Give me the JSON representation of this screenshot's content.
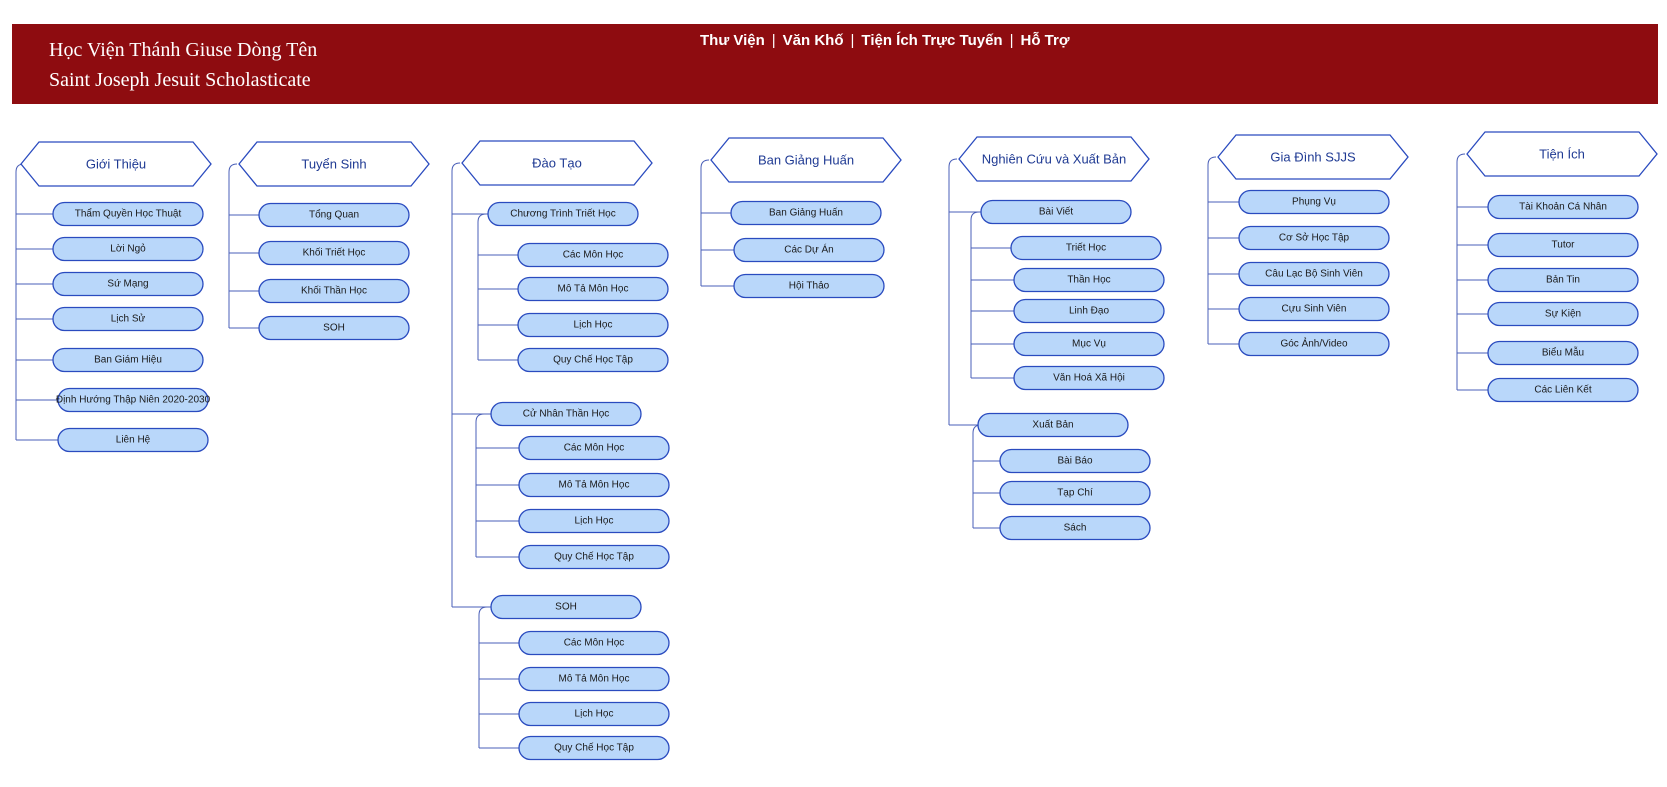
{
  "header": {
    "title_vi": "Học Viện Thánh Giuse Dòng Tên",
    "title_en": "Saint Joseph Jesuit Scholasticate",
    "nav": [
      "Thư Viện",
      "Văn Khố",
      "Tiện Ích Trực Tuyến",
      "Hỗ Trợ"
    ]
  },
  "colors": {
    "header_bg": "#8e0c10",
    "pill_fill": "#b9d7fa",
    "outline": "#2a4bbf",
    "connector": "#4a5fb8",
    "heading_text": "#1f3a93"
  },
  "sitemap": [
    {
      "title": "Giới Thiệu",
      "items": [
        "Thẩm Quyền Học Thuật",
        "Lời Ngỏ",
        "Sứ Mạng",
        "Lịch Sử",
        "Ban Giám Hiệu",
        "Định Hướng Thập Niên 2020-2030",
        "Liên Hệ"
      ]
    },
    {
      "title": "Tuyển Sinh",
      "items": [
        "Tổng Quan",
        "Khối Triết Học",
        "Khối Thần Học",
        "SOH"
      ]
    },
    {
      "title": "Đào Tạo",
      "groups": [
        {
          "label": "Chương Trình Triết Học",
          "items": [
            "Các Môn Học",
            "Mô Tả Môn Học",
            "Lịch Học",
            "Quy Chế Học Tập"
          ]
        },
        {
          "label": "Cử Nhân Thần Học",
          "items": [
            "Các Môn Học",
            "Mô Tả Môn Học",
            "Lịch Học",
            "Quy Chế Học Tập"
          ]
        },
        {
          "label": "SOH",
          "items": [
            "Các Môn Học",
            "Mô Tả Môn Học",
            "Lịch Học",
            "Quy Chế Học Tập"
          ]
        }
      ]
    },
    {
      "title": "Ban Giảng Huấn",
      "items": [
        "Ban Giảng Huấn",
        "Các Dự Án",
        "Hội Thảo"
      ]
    },
    {
      "title": "Nghiên Cứu và Xuất Bản",
      "groups": [
        {
          "label": "Bài Viết",
          "items": [
            "Triết Học",
            "Thần Học",
            "Linh Đạo",
            "Mục Vụ",
            "Văn Hoá Xã Hội"
          ]
        },
        {
          "label": "Xuất Bản",
          "items": [
            "Bài Báo",
            "Tạp Chí",
            "Sách"
          ]
        }
      ]
    },
    {
      "title": "Gia Đình SJJS",
      "items": [
        "Phụng Vụ",
        "Cơ Sở Học Tập",
        "Câu Lạc Bộ Sinh Viên",
        "Cựu Sinh Viên",
        "Góc Ảnh/Video"
      ]
    },
    {
      "title": "Tiện Ích",
      "items": [
        "Tài Khoản Cá Nhân",
        "Tutor",
        "Bản Tin",
        "Sự Kiện",
        "Biểu Mẫu",
        "Các Liên Kết"
      ]
    }
  ]
}
